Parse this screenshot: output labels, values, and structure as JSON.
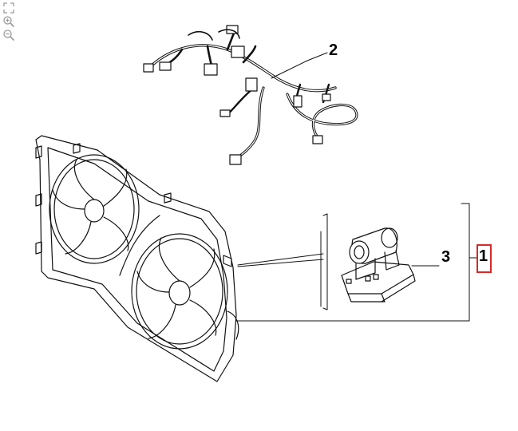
{
  "toolbar": {
    "icons": [
      "fit-screen-icon",
      "zoom-in-icon",
      "zoom-out-icon"
    ]
  },
  "callouts": {
    "harness_label": "2",
    "assembly_label": "1",
    "resistor_label": "3",
    "highlight_color": "#d42a2a"
  }
}
